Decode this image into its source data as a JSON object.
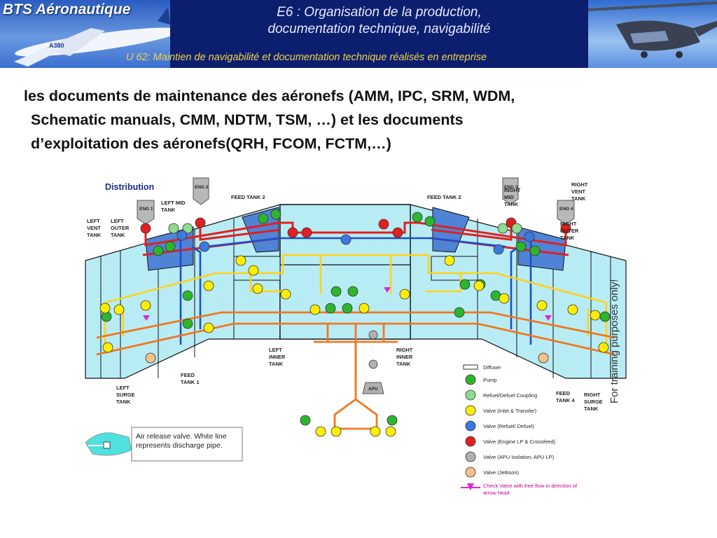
{
  "header": {
    "brand": "BTS Aéronautique",
    "title_line1": "E6 : Organisation de la production,",
    "title_line2": "documentation technique, navigabilité",
    "subtitle": "U 62: Maintien de navigabilité et documentation technique réalisés en entreprise"
  },
  "heading": {
    "line1": "les documents de maintenance des aéronefs (AMM, IPC, SRM, WDM,",
    "line2": "Schematic manuals, CMM, NDTM, TSM, …) et les documents",
    "line3": "d’exploitation des aéronefs(QRH, FCOM, FCTM,…)"
  },
  "diagram": {
    "title": "Distribution",
    "engines": [
      "ENG 1",
      "ENG 2",
      "ENG 3",
      "ENG 4"
    ],
    "tanks": {
      "left_vent": [
        "LEFT",
        "VENT",
        "TANK"
      ],
      "left_outer": [
        "LEFT",
        "OUTER",
        "TANK"
      ],
      "left_mid": [
        "LEFT MID",
        "TANK"
      ],
      "feed_tank2_left": "FEED TANK 2",
      "feed_tank2_right": "FEED TANK 2",
      "right_mid": [
        "RIGHT",
        "MID",
        "TANK"
      ],
      "right_vent": [
        "RIGHT",
        "VENT",
        "TANK"
      ],
      "right_outer": [
        "RIGHT",
        "OUTER",
        "TANK"
      ],
      "left_inner": [
        "LEFT",
        "INNER",
        "TANK"
      ],
      "right_inner": [
        "RIGHT",
        "INNER",
        "TANK"
      ],
      "feed_tank1": [
        "FEED",
        "TANK 1"
      ],
      "feed_tank4": [
        "FEED",
        "TANK 4"
      ],
      "left_surge": [
        "LEFT",
        "SURGE",
        "TANK"
      ],
      "right_surge": [
        "RIGHT",
        "SURGE",
        "TANK"
      ]
    },
    "apu": "APU",
    "watermark": "For training purposes only!",
    "note": [
      "Air release valve. White line",
      "represents discharge pipe."
    ],
    "legend": [
      {
        "symbol": "diffuser",
        "label": "Diffuser"
      },
      {
        "symbol": "pump",
        "label": "Pump"
      },
      {
        "symbol": "coupling",
        "label": "Refuel/Defuel Coupling"
      },
      {
        "symbol": "valve-yellow",
        "label": "Valve (Inlet & Transfer)"
      },
      {
        "symbol": "valve-blue",
        "label": "Valve (Refuel/ Defuel)"
      },
      {
        "symbol": "valve-red",
        "label": "Valve (Engine LP & Crossfeed)"
      },
      {
        "symbol": "valve-grey",
        "label": "Valve (APU Isolation, APU LP)"
      },
      {
        "symbol": "valve-jettison",
        "label": "Valve (Jettison)"
      }
    ],
    "check_valve": [
      "Check Valve with free flow in direction of",
      "arrow head"
    ],
    "colors": {
      "tank_fill": "#b8ecf5",
      "mid_tank": "#4f83d6",
      "feed_line": "#f07820",
      "transfer_line": "#ffd21a",
      "engine_line": "#e02020",
      "refuel_line": "#1a4fd0",
      "pump": "#2db52d",
      "valve_yellow": "#ffee00",
      "valve_blue": "#3a7ae0",
      "valve_red": "#e02020",
      "valve_grey": "#b0b0b0"
    }
  }
}
